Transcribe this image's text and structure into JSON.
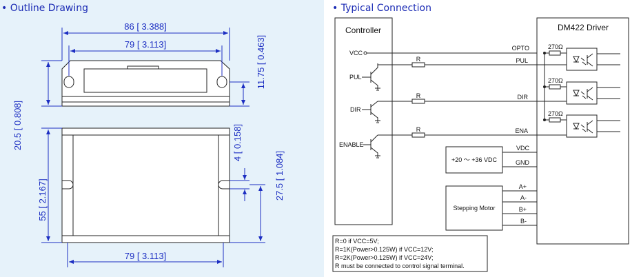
{
  "outline": {
    "title": "• Outline Drawing",
    "dims": {
      "width_overall": "86 [ 3.388]",
      "width_holes_top": "79 [ 3.113]",
      "width_holes_bottom": "79 [ 3.113]",
      "height_side": "20.5 [ 0.808]",
      "height_flange": "11.75 [ 0.463]",
      "height_body": "55 [ 2.167]",
      "slot_offset": "4 [ 0.158]",
      "slot_height": "27.5 [ 1.084]"
    }
  },
  "connection": {
    "title": "• Typical Connection",
    "controller_label": "Controller",
    "driver_label": "DM422 Driver",
    "controller_pins": {
      "vcc": "VCC",
      "pul": "PUL",
      "dir": "DIR",
      "enable": "ENABLE"
    },
    "resistor_label": "R",
    "driver_pins": {
      "opto": "OPTO",
      "pul": "PUL",
      "dir": "DIR",
      "ena": "ENA",
      "vdc": "VDC",
      "gnd": "GND",
      "a_plus": "A+",
      "a_minus": "A-",
      "b_plus": "B+",
      "b_minus": "B-"
    },
    "opto_resistor": "270Ω",
    "power_supply_label": "+20 ～ +36 VDC",
    "motor_label": "Stepping Motor",
    "notes": [
      "R=0 if VCC=5V;",
      "R=1K(Power>0.125W) if VCC=12V;",
      "R=2K(Power>0.125W) if VCC=24V;",
      "R must be connected to control signal terminal."
    ]
  }
}
